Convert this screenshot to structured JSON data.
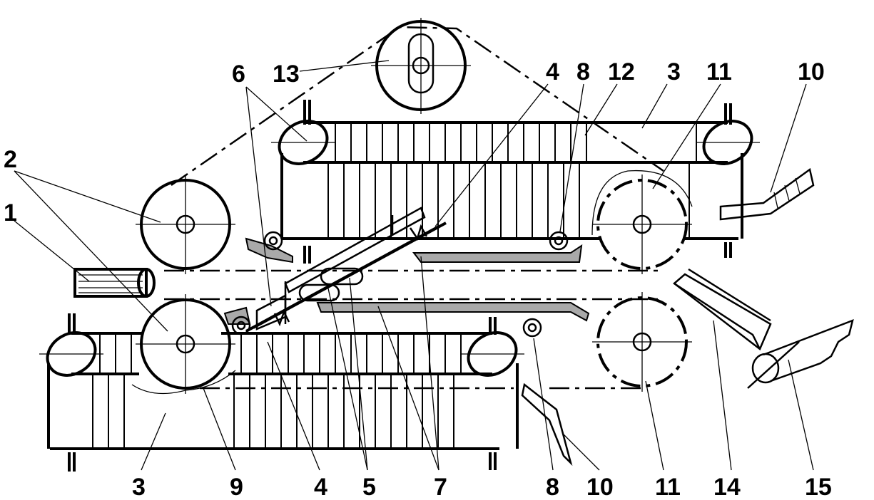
{
  "labels": {
    "l1": "1",
    "l2": "2",
    "l3a": "3",
    "l3b": "3",
    "l4a": "4",
    "l4b": "4",
    "l5": "5",
    "l6": "6",
    "l7": "7",
    "l8a": "8",
    "l8b": "8",
    "l9": "9",
    "l10a": "10",
    "l10b": "10",
    "l11a": "11",
    "l11b": "11",
    "l12": "12",
    "l13": "13",
    "l14": "14",
    "l15": "15"
  }
}
